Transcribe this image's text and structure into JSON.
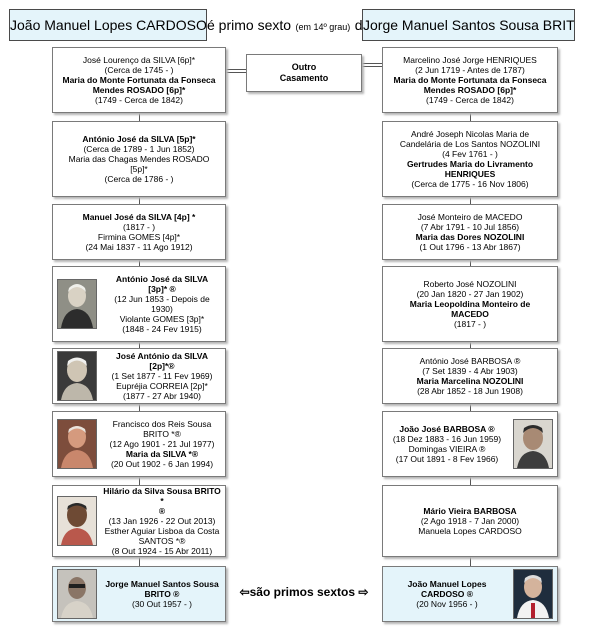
{
  "header": {
    "left_name": "João Manuel Lopes CARDOSO",
    "mid_text": "é primo sexto",
    "mid_degree": "(em 14º grau)",
    "mid_de": "de",
    "right_name": "Jorge Manuel Santos Sousa BRITO"
  },
  "outro_casamento": [
    "Outro",
    "Casamento"
  ],
  "relation_label": "⇦são primos sextos ⇨",
  "left_column": [
    {
      "lines": [
        {
          "t": "José Lourenço da SILVA [6p]*",
          "b": false
        },
        {
          "t": "(Cerca de 1745 -           )",
          "b": false
        },
        {
          "t": "Maria do Monte Fortunata da Fonseca",
          "b": true
        },
        {
          "t": "Mendes ROSADO [6p]*",
          "b": true
        },
        {
          "t": "(1749 - Cerca de 1842)",
          "b": false
        }
      ]
    },
    {
      "lines": [
        {
          "t": "António José da SILVA [5p]*",
          "b": true
        },
        {
          "t": "(Cerca de 1789 - 1 Jun 1852)",
          "b": false
        },
        {
          "t": "Maria das Chagas Mendes ROSADO",
          "b": false
        },
        {
          "t": "[5p]*",
          "b": false
        },
        {
          "t": "(Cerca de 1786 -           )",
          "b": false
        }
      ]
    },
    {
      "lines": [
        {
          "t": "Manuel José da SILVA [4p] *",
          "b": true
        },
        {
          "t": "(1817 -           )",
          "b": false
        },
        {
          "t": "Firmina GOMES [4p]*",
          "b": false
        },
        {
          "t": "(24 Mai 1837 - 11 Ago 1912)",
          "b": false
        }
      ]
    },
    {
      "lines": [
        {
          "t": "António José da SILVA",
          "b": true
        },
        {
          "t": "[3p]* ®",
          "b": true
        },
        {
          "t": "(12 Jun 1853 - Depois de",
          "b": false
        },
        {
          "t": "1930)",
          "b": false
        },
        {
          "t": "Violante GOMES [3p]*",
          "b": false
        },
        {
          "t": "(1848 - 24 Fev 1915)",
          "b": false
        }
      ]
    },
    {
      "lines": [
        {
          "t": "José António da SILVA [2p]*®",
          "b": true
        },
        {
          "t": "(1 Set 1877 - 11 Fev 1969)",
          "b": false
        },
        {
          "t": "Eupréjia CORREIA [2p]*",
          "b": false
        },
        {
          "t": "(1877 - 27 Abr 1940)",
          "b": false
        }
      ]
    },
    {
      "lines": [
        {
          "t": "Francisco dos Reis Sousa",
          "b": false
        },
        {
          "t": "BRITO *®",
          "b": false
        },
        {
          "t": "(12 Ago 1901 - 21 Jul 1977)",
          "b": false
        },
        {
          "t": "Maria da SILVA *®",
          "b": true
        },
        {
          "t": "(20 Out 1902 - 6 Jan 1994)",
          "b": false
        }
      ]
    },
    {
      "lines": [
        {
          "t": "Hilário da Silva Sousa BRITO *",
          "b": true
        },
        {
          "t": "®",
          "b": true
        },
        {
          "t": "(13 Jan 1926 - 22 Out 2013)",
          "b": false
        },
        {
          "t": "Esther Aguiar Lisboa da Costa",
          "b": false
        },
        {
          "t": "SANTOS *®",
          "b": false
        },
        {
          "t": "(8 Out 1924 - 15 Abr 2011)",
          "b": false
        }
      ]
    },
    {
      "lines": [
        {
          "t": "Jorge Manuel Santos Sousa",
          "b": true
        },
        {
          "t": "BRITO ®",
          "b": true
        },
        {
          "t": "(30 Out 1957 -           )",
          "b": false
        }
      ]
    }
  ],
  "right_column": [
    {
      "lines": [
        {
          "t": "Marcelino José Jorge HENRIQUES",
          "b": false
        },
        {
          "t": "(2 Jun 1719 - Antes de 1787)",
          "b": false
        },
        {
          "t": "Maria do Monte Fortunata da Fonseca",
          "b": true
        },
        {
          "t": "Mendes ROSADO [6p]*",
          "b": true
        },
        {
          "t": "(1749 - Cerca de 1842)",
          "b": false
        }
      ]
    },
    {
      "lines": [
        {
          "t": "André Joseph Nicolas Maria de",
          "b": false
        },
        {
          "t": "Candelária de Los Santos NOZOLINI",
          "b": false
        },
        {
          "t": "(4 Fev 1761 -           )",
          "b": false
        },
        {
          "t": "Gertrudes Maria do Livramento",
          "b": true
        },
        {
          "t": "HENRIQUES",
          "b": true
        },
        {
          "t": "(Cerca de 1775 - 16 Nov 1806)",
          "b": false
        }
      ]
    },
    {
      "lines": [
        {
          "t": "José Monteiro de MACEDO",
          "b": false
        },
        {
          "t": "(7 Abr 1791 - 10 Jul 1856)",
          "b": false
        },
        {
          "t": "Maria das Dores NOZOLINI",
          "b": true
        },
        {
          "t": "(1 Out 1796 - 13 Abr 1867)",
          "b": false
        }
      ]
    },
    {
      "lines": [
        {
          "t": "Roberto José NOZOLINI",
          "b": false
        },
        {
          "t": "(20 Jan 1820 - 27 Jan 1902)",
          "b": false
        },
        {
          "t": "Maria Leopoldina Monteiro de",
          "b": true
        },
        {
          "t": "MACEDO",
          "b": true
        },
        {
          "t": "(1817 -           )",
          "b": false
        }
      ]
    },
    {
      "lines": [
        {
          "t": "António José BARBOSA ®",
          "b": false
        },
        {
          "t": "(7 Set 1839 - 4 Abr 1903)",
          "b": false
        },
        {
          "t": "Maria Marcelina NOZOLINI",
          "b": true
        },
        {
          "t": "(28 Abr 1852 - 18 Jun 1908)",
          "b": false
        }
      ]
    },
    {
      "lines": [
        {
          "t": "João José BARBOSA ®",
          "b": true
        },
        {
          "t": "(18 Dez 1883 - 16 Jun 1959)",
          "b": false
        },
        {
          "t": "Domingas VIEIRA ®",
          "b": false
        },
        {
          "t": "(17 Out 1891 - 8 Fev 1966)",
          "b": false
        }
      ]
    },
    {
      "lines": [
        {
          "t": "Mário Vieira BARBOSA",
          "b": true
        },
        {
          "t": "(2 Ago 1918 - 7 Jan 2000)",
          "b": false
        },
        {
          "t": "Manuela Lopes CARDOSO",
          "b": false
        }
      ]
    },
    {
      "lines": [
        {
          "t": "João Manuel Lopes",
          "b": true
        },
        {
          "t": "CARDOSO ®",
          "b": true
        },
        {
          "t": "(20 Nov 1956 -           )",
          "b": false
        }
      ]
    }
  ]
}
